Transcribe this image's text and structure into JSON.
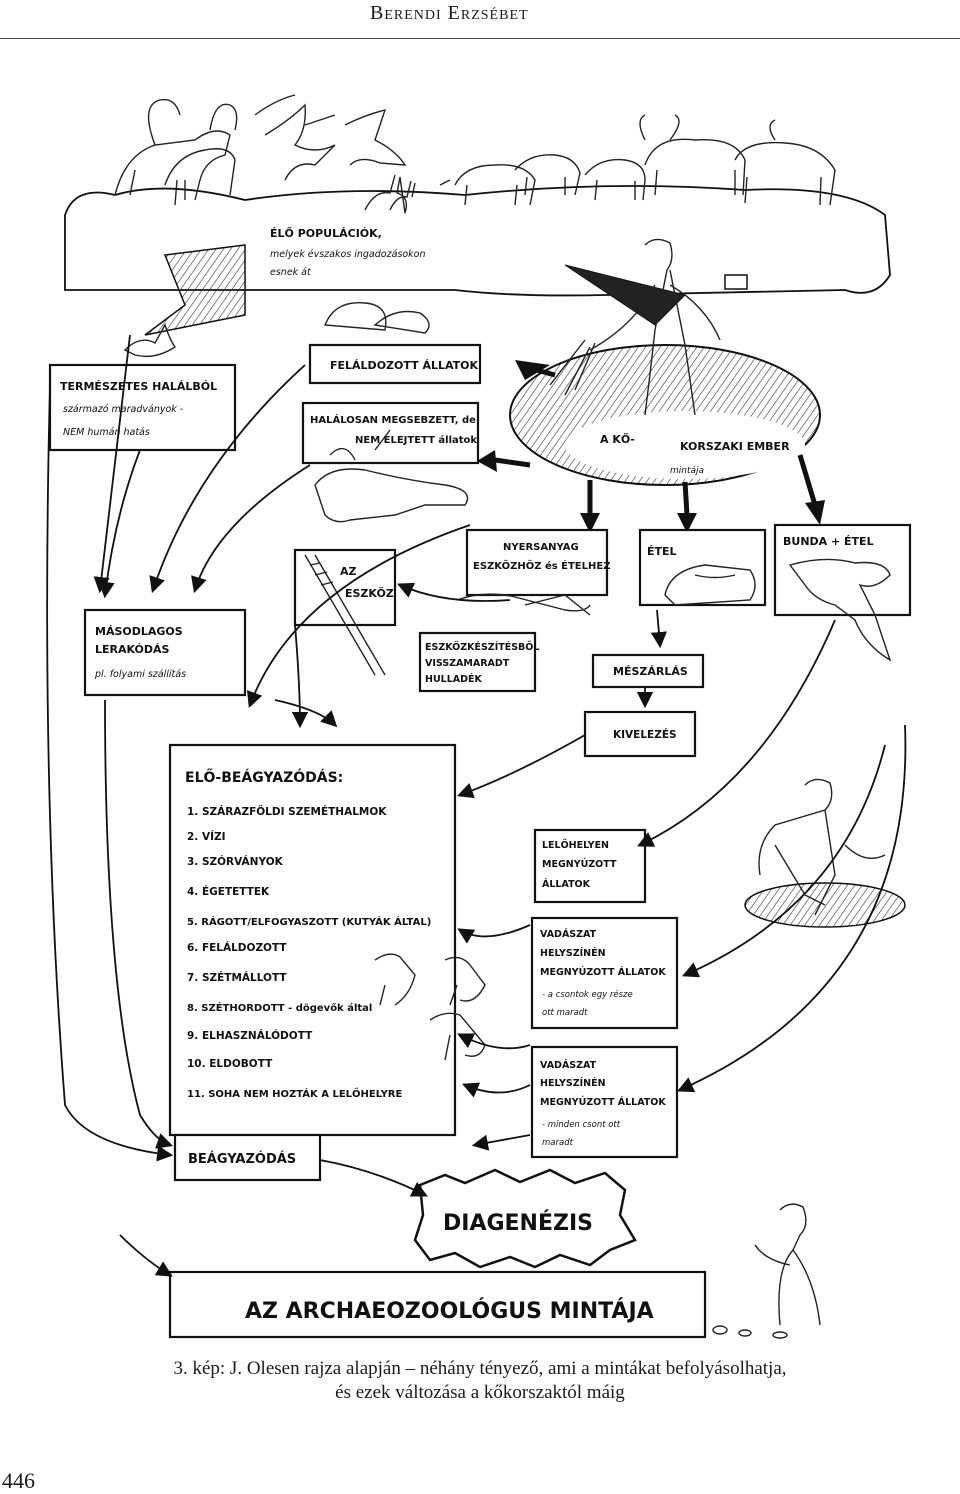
{
  "header": {
    "running_title": "Berendi Erzsébet"
  },
  "figure": {
    "live_populations": {
      "title": "ÉLŐ POPULÁCIÓK,",
      "note_1": "melyek évszakos ingadozásokon",
      "note_2": "esnek át"
    },
    "natural_death": {
      "title": "TERMÉSZETES HALÁLBÓL",
      "note_1": "származó maradványok -",
      "note_2": "NEM humán hatás"
    },
    "scavenged_animals": "FELÁLDOZOTT ÁLLATOK",
    "lethally_acquired": {
      "line_1": "HALÁLOSAN MEGSEBZETT, de",
      "line_2": "NEM ELEJTETT állatok"
    },
    "stone_age_human": {
      "line_1": "A KŐ-",
      "line_2": "KORSZAKI EMBER",
      "line_3": "mintája"
    },
    "secondary_deposition": {
      "line_1": "MÁSODLAGOS",
      "line_2": "LERAKÓDÁS",
      "note": "pl. folyami szállítás"
    },
    "tool_box": {
      "line_1": "AZ",
      "line_2": "ESZKÖZ"
    },
    "raw_material": {
      "line_1": "NYERSANYAG",
      "line_2": "ESZKÖZHÖZ és ÉTELHEZ"
    },
    "food": "ÉTEL",
    "fur_food": "BUNDA + ÉTEL",
    "toolmaking_waste": {
      "line_1": "ESZKÖZKÉSZÍTÉSBŐL",
      "line_2": "VISSZAMARADT",
      "line_3": "HULLADÉK"
    },
    "butchering": "MÉSZÁRLÁS",
    "filleting": "KIVELEZÉS",
    "pre_embedding": {
      "title": "ELŐ-BEÁGYAZÓDÁS:",
      "items": [
        "1. SZÁRAZFÖLDI SZEMÉTHALMOK",
        "2. VÍZI",
        "3. SZÓRVÁNYOK",
        "4. ÉGETETTEK",
        "5. RÁGOTT/ELFOGYASZOTT (KUTYÁK ÁLTAL)",
        "6. FELÁLDOZOTT",
        "7. SZÉTMÁLLOTT",
        "8. SZÉTHORDOTT - dögevők által",
        "9. ELHASZNÁLÓDOTT",
        "10. ELDOBOTT",
        "11. SOHA NEM HOZTÁK A LELŐHELYRE"
      ]
    },
    "site_killed": {
      "line_1": "LELŐHELYEN",
      "line_2": "MEGNYÚZOTT",
      "line_3": "ÁLLATOK"
    },
    "hunt_some_bones": {
      "line_1": "VADÁSZAT",
      "line_2": "HELYSZÍNÉN",
      "line_3": "MEGNYÚZOTT ÁLLATOK",
      "note_1": "- a csontok egy része",
      "note_2": "ott maradt"
    },
    "hunt_all_bones": {
      "line_1": "VADÁSZAT",
      "line_2": "HELYSZÍNÉN",
      "line_3": "MEGNYÚZOTT ÁLLATOK",
      "note_1": "- minden csont ott",
      "note_2": "maradt"
    },
    "embedding": "BEÁGYAZÓDÁS",
    "diagenesis": "DIAGENÉZIS",
    "archaeozoologist": "AZ ARCHAEOZOOLÓGUS   MINTÁJA"
  },
  "caption": {
    "line_1": "3. kép: J. Olesen rajza alapján – néhány tényező, ami a mintákat befolyásolhatja,",
    "line_2": "és ezek változása a kőkorszaktól máig"
  },
  "page_number": "446"
}
